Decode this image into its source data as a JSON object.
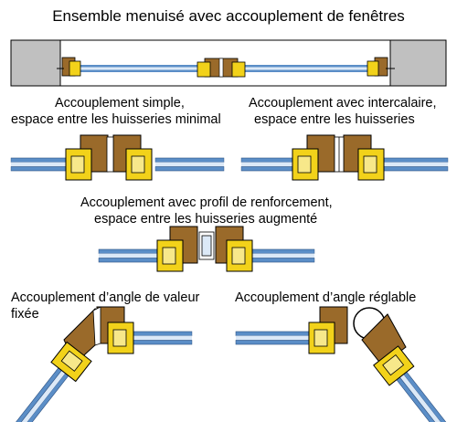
{
  "title": "Ensemble menuisé avec accouplement de fenêtres",
  "panels": {
    "simple": {
      "line1": "Accouplement simple,",
      "line2": "espace entre les huisseries minimal"
    },
    "intercalaire": {
      "line1": "Accouplement avec intercalaire,",
      "line2": "espace entre les huisseries"
    },
    "renfort": {
      "line1": "Accouplement avec profil de renforcement,",
      "line2": "espace entre les huisseries augmenté"
    },
    "angle_fixe": {
      "line1": "Accouplement d’angle de valeur",
      "line2": "fixée"
    },
    "angle_reglable": {
      "line1": "Accouplement d’angle réglable"
    }
  },
  "colors": {
    "wall": "#c0c0c0",
    "frame_brown": "#9a6a2a",
    "sash_yellow": "#f2d21a",
    "glass_blue": "#5b8ec7",
    "glass_light": "#dce9f7",
    "outline": "#000000"
  }
}
